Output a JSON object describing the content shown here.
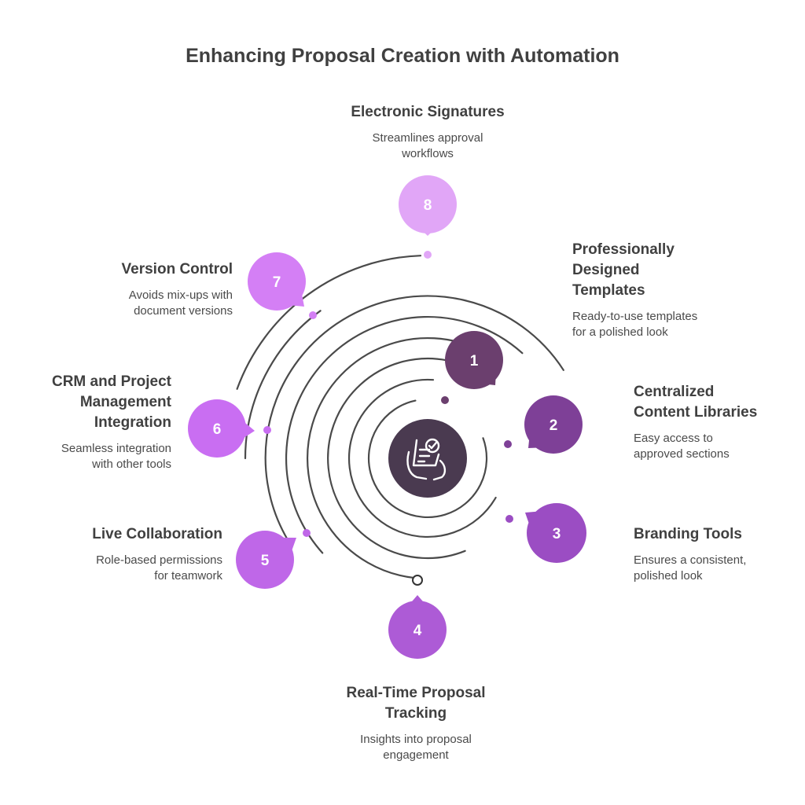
{
  "title": "Enhancing Proposal Creation with Automation",
  "center_icon": "checklist-hand-icon",
  "colors": {
    "c1": "#6b3f6e",
    "c2": "#7e4097",
    "c3": "#9b4dc3",
    "c4": "#ad5bd6",
    "c5": "#bf67e8",
    "c6": "#c96ef2",
    "c7": "#d47ff5",
    "c8": "#e1a6f7",
    "center": "#4a3a50",
    "ring": "#4a4a4a"
  },
  "steps": [
    {
      "number": "1",
      "title_lines": [
        "Professionally",
        "Designed",
        "Templates"
      ],
      "description_lines": [
        "Ready-to-use templates",
        "for a polished look"
      ]
    },
    {
      "number": "2",
      "title_lines": [
        "Centralized",
        "Content Libraries"
      ],
      "description_lines": [
        "Easy access to",
        "approved sections"
      ]
    },
    {
      "number": "3",
      "title_lines": [
        "Branding Tools"
      ],
      "description_lines": [
        "Ensures a consistent,",
        "polished look"
      ]
    },
    {
      "number": "4",
      "title_lines": [
        "Real-Time Proposal",
        "Tracking"
      ],
      "description_lines": [
        "Insights into proposal",
        "engagement"
      ]
    },
    {
      "number": "5",
      "title_lines": [
        "Live Collaboration"
      ],
      "description_lines": [
        "Role-based permissions",
        "for teamwork"
      ]
    },
    {
      "number": "6",
      "title_lines": [
        "CRM and Project",
        "Management",
        "Integration"
      ],
      "description_lines": [
        "Seamless integration",
        "with other tools"
      ]
    },
    {
      "number": "7",
      "title_lines": [
        "Version Control"
      ],
      "description_lines": [
        "Avoids mix-ups with",
        "document versions"
      ]
    },
    {
      "number": "8",
      "title_lines": [
        "Electronic Signatures"
      ],
      "description_lines": [
        "Streamlines approval",
        "workflows"
      ]
    }
  ]
}
